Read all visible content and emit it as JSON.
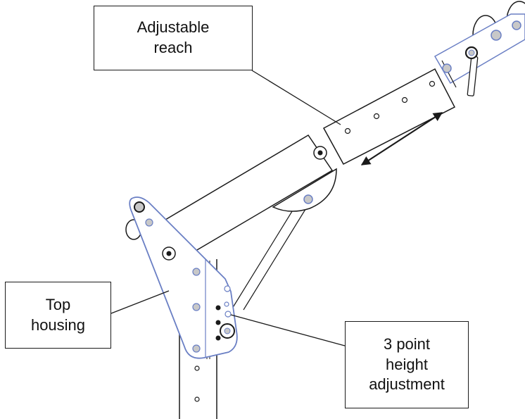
{
  "callouts": {
    "reach": {
      "line1": "Adjustable",
      "line2": "reach"
    },
    "housing": {
      "line1": "Top",
      "line2": "housing"
    },
    "height": {
      "line1": "3 point",
      "line2": "height",
      "line3": "adjustment"
    }
  },
  "colors": {
    "outline": "#1a1a1a",
    "highlight": "#6a7fc4",
    "fill": "#ffffff",
    "bolt": "#c8c8c8"
  }
}
